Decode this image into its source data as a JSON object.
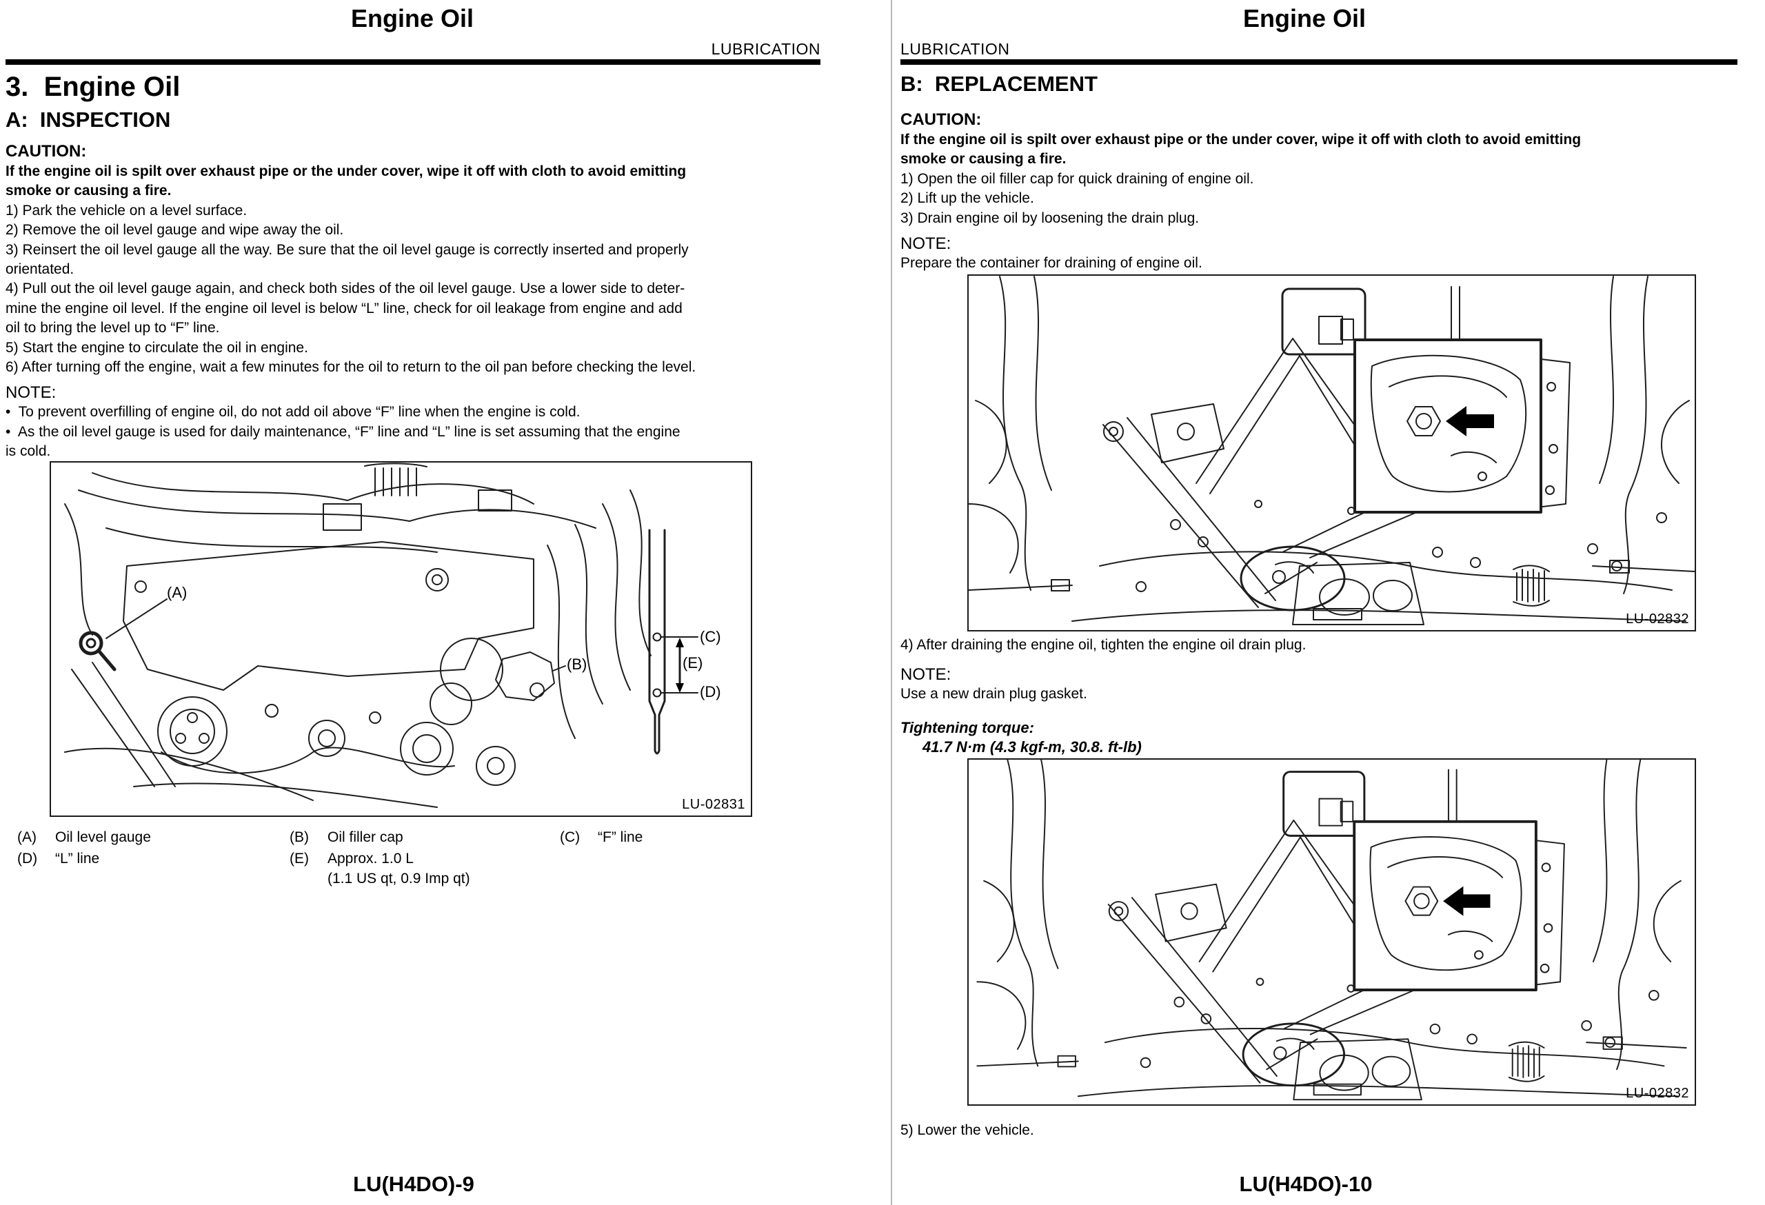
{
  "left_page": {
    "title": "Engine Oil",
    "section_label": "LUBRICATION",
    "heading": "3.  Engine Oil",
    "subheading": "A:  INSPECTION",
    "caution_label": "CAUTION:",
    "caution_text": "If the engine oil is spilt over exhaust pipe or the under cover, wipe it off with cloth to avoid emitting\nsmoke or causing a fire.",
    "steps": [
      "1) Park the vehicle on a level surface.",
      "2) Remove the oil level gauge and wipe away the oil.",
      "3) Reinsert the oil level gauge all the way. Be sure that the oil level gauge is correctly inserted and properly\norientated.",
      "4) Pull out the oil level gauge again, and check both sides of the oil level gauge. Use a lower side to deter-\nmine the engine oil level. If the engine oil level is below “L” line, check for oil leakage from engine and add\noil to bring the level up to “F” line.",
      "5) Start the engine to circulate the oil in engine.",
      "6) After turning off the engine, wait a few minutes for the oil to return to the oil pan before checking the level."
    ],
    "note_label": "NOTE:",
    "notes": [
      "•  To prevent overfilling of engine oil, do not add oil above “F” line when the engine is cold.",
      "•  As the oil level gauge is used for daily maintenance, “F” line and “L” line is set assuming that the engine\nis cold."
    ],
    "figure": {
      "caption": "LU-02831",
      "labels": {
        "a": "(A)",
        "b": "(B)",
        "c": "(C)",
        "d": "(D)",
        "e": "(E)"
      }
    },
    "legend": [
      {
        "key": "(A)",
        "value": "Oil level gauge"
      },
      {
        "key": "(B)",
        "value": "Oil filler cap"
      },
      {
        "key": "(C)",
        "value": "“F” line"
      },
      {
        "key": "(D)",
        "value": "“L” line"
      },
      {
        "key": "(E)",
        "value": "Approx. 1.0 L\n(1.1 US qt, 0.9 Imp qt)"
      }
    ],
    "footer": "LU(H4DO)-9"
  },
  "right_page": {
    "title": "Engine Oil",
    "section_label": "LUBRICATION",
    "heading": "B:  REPLACEMENT",
    "caution_label": "CAUTION:",
    "caution_text": "If the engine oil is spilt over exhaust pipe or the under cover, wipe it off with cloth to avoid emitting\nsmoke or causing a fire.",
    "steps_before": [
      "1) Open the oil filler cap for quick draining of engine oil.",
      "2) Lift up the vehicle.",
      "3) Drain engine oil by loosening the drain plug."
    ],
    "note1_label": "NOTE:",
    "note1_text": "Prepare the container for draining of engine oil.",
    "figure1": {
      "caption": "LU-02832"
    },
    "step4": "4) After draining the engine oil, tighten the engine oil drain plug.",
    "note2_label": "NOTE:",
    "note2_text": "Use a new drain plug gasket.",
    "torque_label": "Tightening torque:",
    "torque_value": "41.7 N·m (4.3 kgf-m, 30.8. ft-lb)",
    "figure2": {
      "caption": "LU-02832"
    },
    "step5": "5) Lower the vehicle.",
    "footer": "LU(H4DO)-10"
  }
}
